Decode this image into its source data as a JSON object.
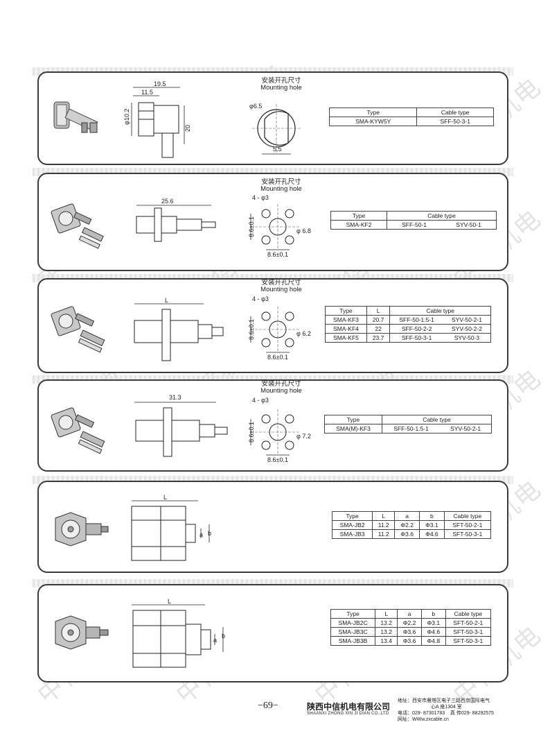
{
  "mounting_hole": {
    "cn": "安装开孔尺寸",
    "en": "Mounting hole"
  },
  "watermark": "中信机电",
  "panels": [
    {
      "id": "kyw5y",
      "dims": {
        "d1": "19.5",
        "d2": "11.5",
        "d3": "φ10.2",
        "d4": "20",
        "hole_d": "φ6.5",
        "hole_w": "5.5"
      },
      "table": {
        "headers": [
          "Type",
          "Cable type"
        ],
        "rows": [
          [
            "SMA-KYW5Y",
            "SFF-50-3-1"
          ]
        ]
      }
    },
    {
      "id": "kf2",
      "dims": {
        "len": "25.6",
        "holes": "4 - φ3",
        "bore": "φ 6.8",
        "pitch_v": "8.6±0.1",
        "pitch_h": "8.6±0.1"
      },
      "table": {
        "headers": [
          "Type",
          "Cable type"
        ],
        "rows": [
          [
            "SMA-KF2",
            "SFF-50-1",
            "SYV-50-1"
          ]
        ]
      }
    },
    {
      "id": "kf3",
      "dims": {
        "len": "L",
        "holes": "4 - φ3",
        "bore": "φ 6.2",
        "pitch_v": "8.6±0.1",
        "pitch_h": "8.6±0.1"
      },
      "table": {
        "headers": [
          "Type",
          "L",
          "Cable type"
        ],
        "rows": [
          [
            "SMA-KF3",
            "20.7",
            "SFF-50-1.5-1",
            "SYV-50-2-1"
          ],
          [
            "SMA-KF4",
            "22",
            "SFF-50-2-2",
            "SYV-50-2-2"
          ],
          [
            "SMA-KF5",
            "23.7",
            "SFF-50-3-1",
            "SYV-50-3"
          ]
        ]
      }
    },
    {
      "id": "mkf3",
      "dims": {
        "len": "31.3",
        "holes": "4 - φ3",
        "bore": "φ 7.2",
        "pitch_v": "8.6±0.1",
        "pitch_h": "8.6±0.1"
      },
      "table": {
        "headers": [
          "Type",
          "Cable type"
        ],
        "rows": [
          [
            "SMA(M)-KF3",
            "SFF-50-1.5-1",
            "SYV-50-2-1"
          ]
        ]
      }
    },
    {
      "id": "jb",
      "dims": {
        "len": "L",
        "a": "a",
        "b": "b"
      },
      "table": {
        "headers": [
          "Type",
          "L",
          "a",
          "b",
          "Cable type"
        ],
        "rows": [
          [
            "SMA-JB2",
            "11.2",
            "Φ2.2",
            "Φ3.1",
            "SFT-50-2-1"
          ],
          [
            "SMA-JB3",
            "11.2",
            "Φ3.6",
            "Φ4.6",
            "SFT-50-3-1"
          ]
        ]
      }
    },
    {
      "id": "jbc",
      "dims": {
        "len": "L",
        "a": "a",
        "b": "b"
      },
      "table": {
        "headers": [
          "Type",
          "L",
          "a",
          "b",
          "Cable type"
        ],
        "rows": [
          [
            "SMA-JB2C",
            "13.2",
            "Φ2.2",
            "Φ3.1",
            "SFT-50-2-1"
          ],
          [
            "SMA-JB3C",
            "13.2",
            "Φ3.6",
            "Φ4.6",
            "SFT-50-3-1"
          ],
          [
            "SMA-JB3B",
            "13.4",
            "Φ3.6",
            "Φ4.8",
            "SFT-50-3-1"
          ]
        ]
      }
    }
  ],
  "footer": {
    "page": "−69−",
    "company_cn": "陕西中信机电有限公司",
    "company_en": "SHAANXI ZHONG XIN JI DIAN CO.,LTD",
    "address": "地址：西安市雁塔区电子三路西京国际电气",
    "address2": "心A 座1304 室",
    "phone": "电话：029- 87301783",
    "fax": "真 传029- 88292575",
    "web": "网址：WWw.zxcable.cn"
  }
}
